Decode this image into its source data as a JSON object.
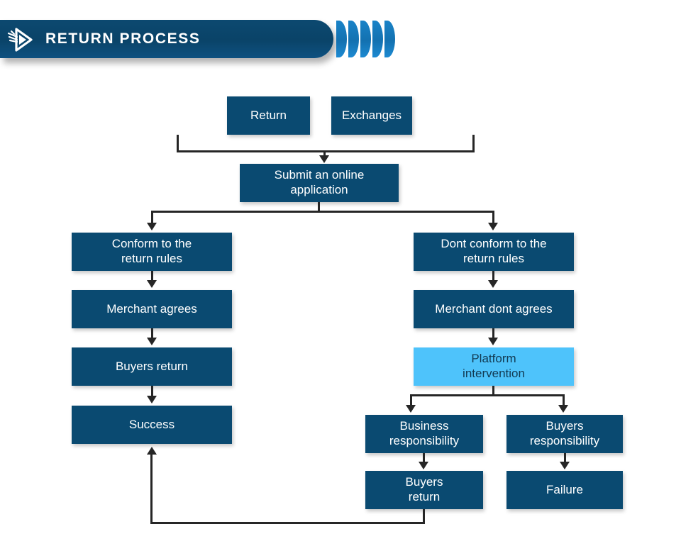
{
  "header": {
    "title": "RETURN PROCESS",
    "logo_icon": "play-triangle-motion-icon",
    "bar_color": "#0a4a70",
    "stripe_color": "#1a7ec4",
    "stripe_count": 5
  },
  "colors": {
    "node_dark": "#0a4a71",
    "node_light": "#4ec3fb",
    "node_dark_text": "#ffffff",
    "node_light_text": "#123a52",
    "connector": "#262626",
    "background": "#ffffff"
  },
  "flowchart": {
    "type": "flowchart",
    "nodes": [
      {
        "id": "return",
        "label": "Return",
        "style": "dark"
      },
      {
        "id": "exchanges",
        "label": "Exchanges",
        "style": "dark"
      },
      {
        "id": "submit",
        "label": "Submit an online application",
        "style": "dark"
      },
      {
        "id": "conform",
        "label": "Conform to the return rules",
        "style": "dark"
      },
      {
        "id": "merchant-agrees",
        "label": "Merchant agrees",
        "style": "dark"
      },
      {
        "id": "buyers-return-left",
        "label": "Buyers return",
        "style": "dark"
      },
      {
        "id": "success",
        "label": "Success",
        "style": "dark"
      },
      {
        "id": "dont-conform",
        "label": "Dont conform to the return rules",
        "style": "dark"
      },
      {
        "id": "merchant-dont-agrees",
        "label": "Merchant dont agrees",
        "style": "dark"
      },
      {
        "id": "platform",
        "label": "Platform intervention",
        "style": "light"
      },
      {
        "id": "business-resp",
        "label": "Business responsibility",
        "style": "dark"
      },
      {
        "id": "buyers-resp",
        "label": "Buyers responsibility",
        "style": "dark"
      },
      {
        "id": "buyers-return-right",
        "label": "Buyers return",
        "style": "dark"
      },
      {
        "id": "failure",
        "label": "Failure",
        "style": "dark"
      }
    ],
    "edges": [
      {
        "from": "return",
        "to": "submit"
      },
      {
        "from": "exchanges",
        "to": "submit"
      },
      {
        "from": "submit",
        "to": "conform"
      },
      {
        "from": "submit",
        "to": "dont-conform"
      },
      {
        "from": "conform",
        "to": "merchant-agrees"
      },
      {
        "from": "merchant-agrees",
        "to": "buyers-return-left"
      },
      {
        "from": "buyers-return-left",
        "to": "success"
      },
      {
        "from": "dont-conform",
        "to": "merchant-dont-agrees"
      },
      {
        "from": "merchant-dont-agrees",
        "to": "platform"
      },
      {
        "from": "platform",
        "to": "business-resp"
      },
      {
        "from": "platform",
        "to": "buyers-resp"
      },
      {
        "from": "business-resp",
        "to": "buyers-return-right"
      },
      {
        "from": "buyers-resp",
        "to": "failure"
      },
      {
        "from": "buyers-return-right",
        "to": "success"
      }
    ]
  },
  "labels": {
    "return": "Return",
    "exchanges": "Exchanges",
    "submit_line1": "Submit an online",
    "submit_line2": "application",
    "conform_line1": "Conform to the",
    "conform_line2": "return rules",
    "merchant_agrees": "Merchant agrees",
    "buyers_return_left": "Buyers return",
    "success": "Success",
    "dont_conform_line1": "Dont conform to the",
    "dont_conform_line2": "return rules",
    "merchant_dont_agrees": "Merchant dont agrees",
    "platform_line1": "Platform",
    "platform_line2": "intervention",
    "business_resp_line1": "Business",
    "business_resp_line2": "responsibility",
    "buyers_resp_line1": "Buyers",
    "buyers_resp_line2": "responsibility",
    "buyers_return_right_line1": "Buyers",
    "buyers_return_right_line2": "return",
    "failure": "Failure"
  }
}
